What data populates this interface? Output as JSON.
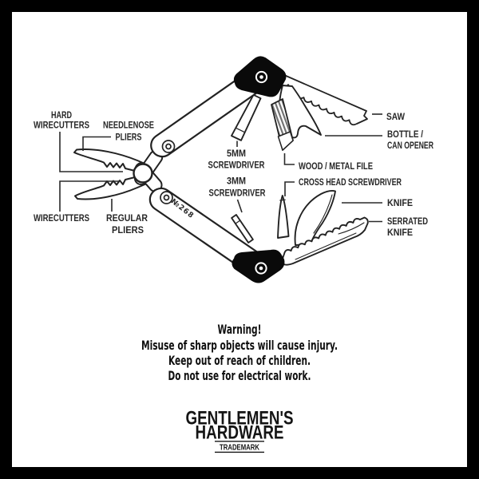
{
  "colors": {
    "ink": "#222222",
    "grip_black": "#0a0a0a",
    "hatch_gray": "#6f6f6f",
    "background": "#ffffff",
    "frame": "#000000"
  },
  "tool": {
    "engraving": "№268"
  },
  "labels": {
    "hard_wirecutters_1": "HARD",
    "hard_wirecutters_2": "WIRECUTTERS",
    "needlenose_1": "NEEDLENOSE",
    "needlenose_2": "PLIERS",
    "wirecutters": "WIRECUTTERS",
    "regular_1": "REGULAR",
    "regular_2": "PLIERS",
    "sd5_1": "5MM",
    "sd5_2": "SCREWDRIVER",
    "sd3_1": "3MM",
    "sd3_2": "SCREWDRIVER",
    "saw": "SAW",
    "bottle_1": "BOTTLE /",
    "bottle_2": "CAN OPENER",
    "file": "WOOD / METAL FILE",
    "crosshead": "CROSS HEAD SCREWDRIVER",
    "knife": "KNIFE",
    "serrated_1": "SERRATED",
    "serrated_2": "KNIFE"
  },
  "warning": {
    "title": "Warning!",
    "line1": "Misuse of sharp objects will cause injury.",
    "line2": "Keep out of reach of children.",
    "line3": "Do not use for electrical work."
  },
  "brand": {
    "line1": "GENTLEMEN'S",
    "line2": "HARDWARE",
    "trademark": "TRADEMARK"
  }
}
